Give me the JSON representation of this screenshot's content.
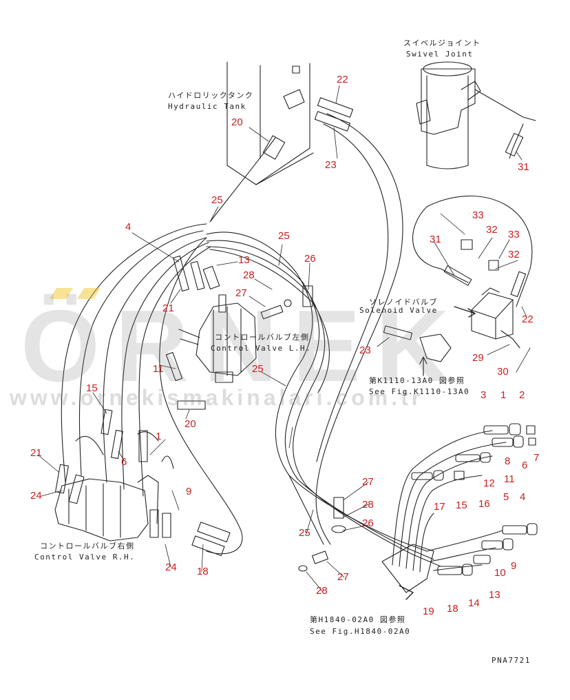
{
  "labels": {
    "swivel_jp": "スイベルジョイント",
    "swivel_en": "Swivel Joint",
    "tank_jp": "ハイドロリックタンク",
    "tank_en": "Hydraulic Tank",
    "solenoid_jp": "ソレノイドバルブ",
    "solenoid_en": "Solenoid Valve",
    "cv_lh_jp": "コントロールバルブ左側",
    "cv_lh_en": "Control Valve L.H.",
    "cv_rh_jp": "コントロールバルブ右側",
    "cv_rh_en": "Control Valve R.H.",
    "ref1_jp": "第K1110-13A0 図参照",
    "ref1_en": "See Fig.K1110-13A0",
    "ref2_jp": "第H1840-02A0 図参照",
    "ref2_en": "See Fig.H1840-02A0",
    "drawing_code": "PNA7721"
  },
  "watermark": {
    "brand": "ÖRNEK",
    "url": "www.ornekismakinalari.com.tr",
    "brand_color": "#808080",
    "accent_color": "#f0be14"
  },
  "callout_color": "#c81e1e",
  "callouts": [
    "22",
    "23",
    "20",
    "31",
    "25",
    "4",
    "25",
    "13",
    "26",
    "28",
    "27",
    "21",
    "11",
    "25",
    "23",
    "29",
    "30",
    "22",
    "33",
    "32",
    "33",
    "32",
    "31",
    "15",
    "20",
    "1",
    "6",
    "21",
    "24",
    "9",
    "24",
    "18",
    "3",
    "1",
    "2",
    "8",
    "7",
    "6",
    "12",
    "11",
    "17",
    "15",
    "16",
    "5",
    "4",
    "27",
    "28",
    "26",
    "25",
    "27",
    "28",
    "10",
    "9",
    "13",
    "19",
    "18",
    "14"
  ]
}
